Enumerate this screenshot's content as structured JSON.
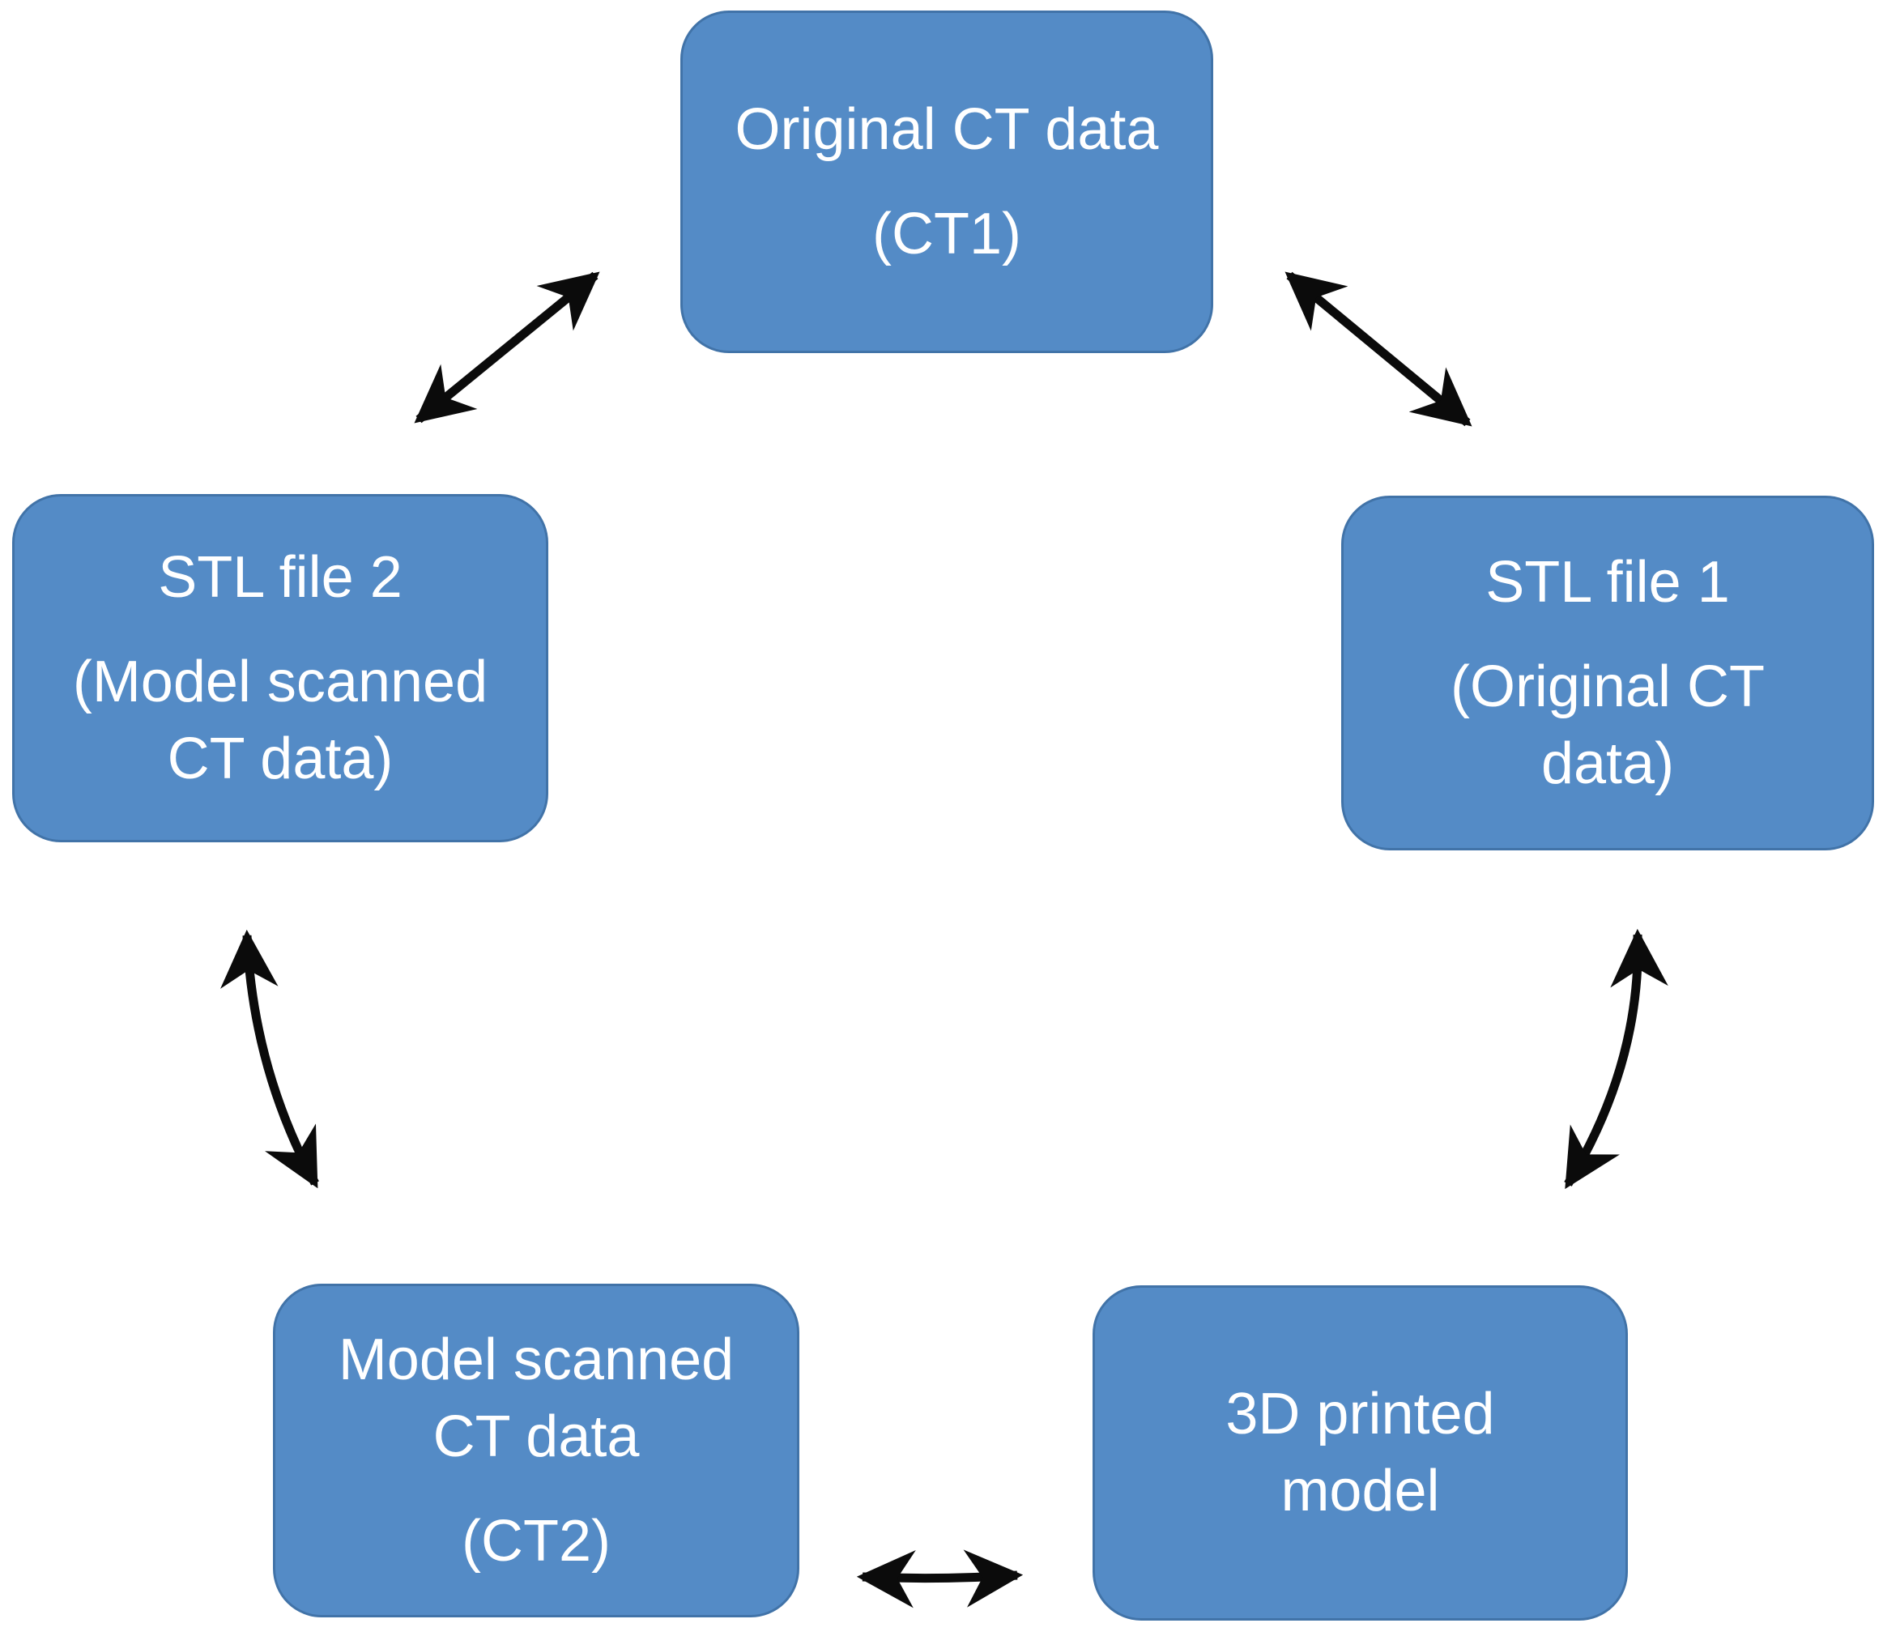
{
  "colors": {
    "box_fill": "#548BC6",
    "box_border": "#4173A8",
    "text": "#FFFFFF",
    "arrow": "#0B0B0B",
    "background": "#FFFFFF"
  },
  "boxes": [
    {
      "id": "original-ct-data",
      "label": "Original CT data (CT1)",
      "lines": [
        {
          "text": "Original CT data"
        },
        {
          "text": "(CT1)"
        }
      ]
    },
    {
      "id": "stl-file-2",
      "label": "STL file 2 (Model scanned CT data)",
      "lines": [
        {
          "text": "STL file 2"
        },
        {
          "text": "(Model scanned"
        },
        {
          "text": "CT data)"
        }
      ]
    },
    {
      "id": "stl-file-1",
      "label": "STL file 1 (Original CT data)",
      "lines": [
        {
          "text": "STL file 1"
        },
        {
          "text": "(Original CT"
        },
        {
          "text": "data)"
        }
      ]
    },
    {
      "id": "model-scanned-ct-data",
      "label": "Model scanned CT data (CT2)",
      "lines": [
        {
          "text": "Model scanned"
        },
        {
          "text": "CT data"
        },
        {
          "text": "(CT2)"
        }
      ]
    },
    {
      "id": "3d-printed-model",
      "label": "3D printed model",
      "lines": [
        {
          "text": "3D printed"
        },
        {
          "text": "model"
        }
      ]
    }
  ],
  "arrows": [
    {
      "id": "arrow-ct1-stl2",
      "between": [
        "original-ct-data",
        "stl-file-2"
      ],
      "style": "double-headed"
    },
    {
      "id": "arrow-ct1-stl1",
      "between": [
        "original-ct-data",
        "stl-file-1"
      ],
      "style": "double-headed"
    },
    {
      "id": "arrow-stl2-ct2",
      "between": [
        "stl-file-2",
        "model-scanned-ct-data"
      ],
      "style": "double-headed"
    },
    {
      "id": "arrow-stl1-3dp",
      "between": [
        "stl-file-1",
        "3d-printed-model"
      ],
      "style": "double-headed"
    },
    {
      "id": "arrow-ct2-3dp",
      "between": [
        "model-scanned-ct-data",
        "3d-printed-model"
      ],
      "style": "double-headed"
    }
  ]
}
